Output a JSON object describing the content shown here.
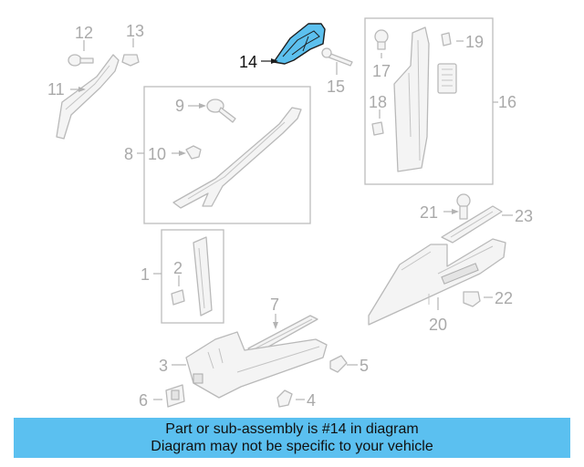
{
  "highlighted_part": "14",
  "callouts": {
    "c1": "1",
    "c2": "2",
    "c3": "3",
    "c4": "4",
    "c5": "5",
    "c6": "6",
    "c7": "7",
    "c8": "8",
    "c9": "9",
    "c10": "10",
    "c11": "11",
    "c12": "12",
    "c13": "13",
    "c14": "14",
    "c15": "15",
    "c16": "16",
    "c17": "17",
    "c18": "18",
    "c19": "19",
    "c20": "20",
    "c21": "21",
    "c22": "22",
    "c23": "23"
  },
  "banner": {
    "line1": "Part or sub-assembly is #14 in diagram",
    "line2": "Diagram may not be specific to your vehicle"
  },
  "colors": {
    "highlight": "#5cc0ee",
    "banner": "#5bc0f0",
    "line": "#b3b3b3"
  }
}
